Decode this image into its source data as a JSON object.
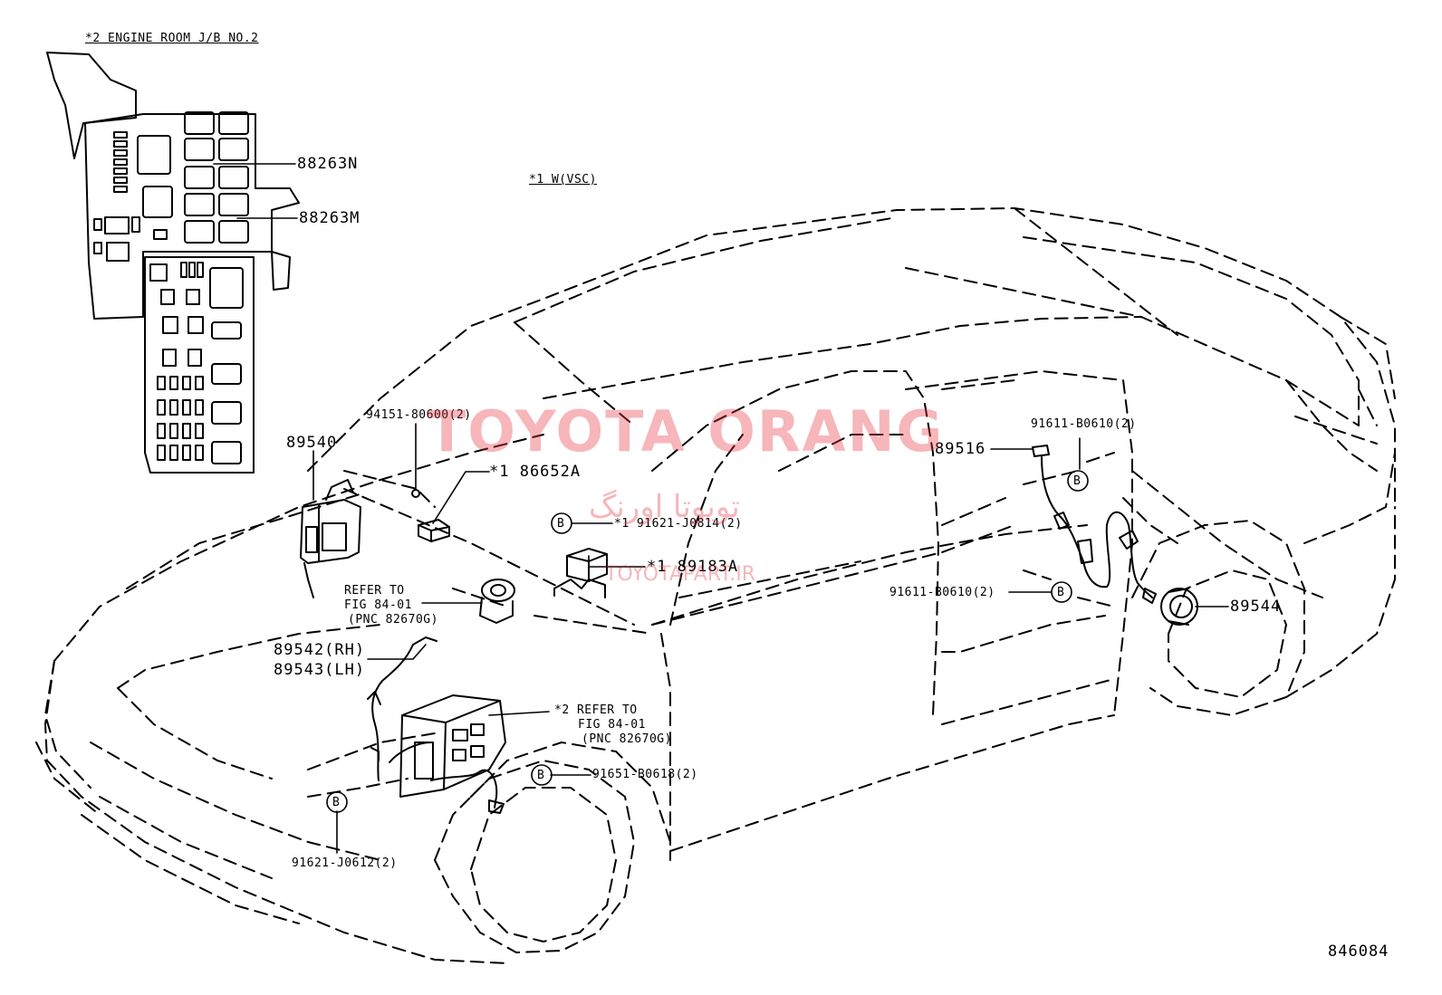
{
  "notes": {
    "engine_room": "*2 ENGINE ROOM J/B NO.2",
    "vsc": "*1 W(VSC)"
  },
  "markers": {
    "b": "B"
  },
  "parts": {
    "p88263n": "88263N",
    "p88263m": "88263M",
    "p94151": "94151-80600(2)",
    "p89540": "89540",
    "p86652a": "*1 86652A",
    "p91621_j0814": "*1 91621-J0814(2)",
    "p89183a": "*1 89183A",
    "p89542": "89542(RH)",
    "p89543": "89543(LH)",
    "p91651_b0618": "91651-B0618(2)",
    "p91621_j0612": "91621-J0612(2)",
    "p91611_upper": "91611-B0610(2)",
    "p89516": "89516",
    "p91611_lower": "91611-B0610(2)",
    "p89544": "89544"
  },
  "refer_a": {
    "line1": "REFER TO",
    "line2": "FIG 84-01",
    "line3": "(PNC 82670G)"
  },
  "refer_b": {
    "line1": "*2 REFER TO",
    "line2": "FIG 84-01",
    "line3": "(PNC 82670G)"
  },
  "figure_id": "846084",
  "watermark": {
    "main": "TOYOTA ORANG",
    "persian": "تویوتا اورنگ",
    "url": "TOYOTAPART.IR"
  }
}
